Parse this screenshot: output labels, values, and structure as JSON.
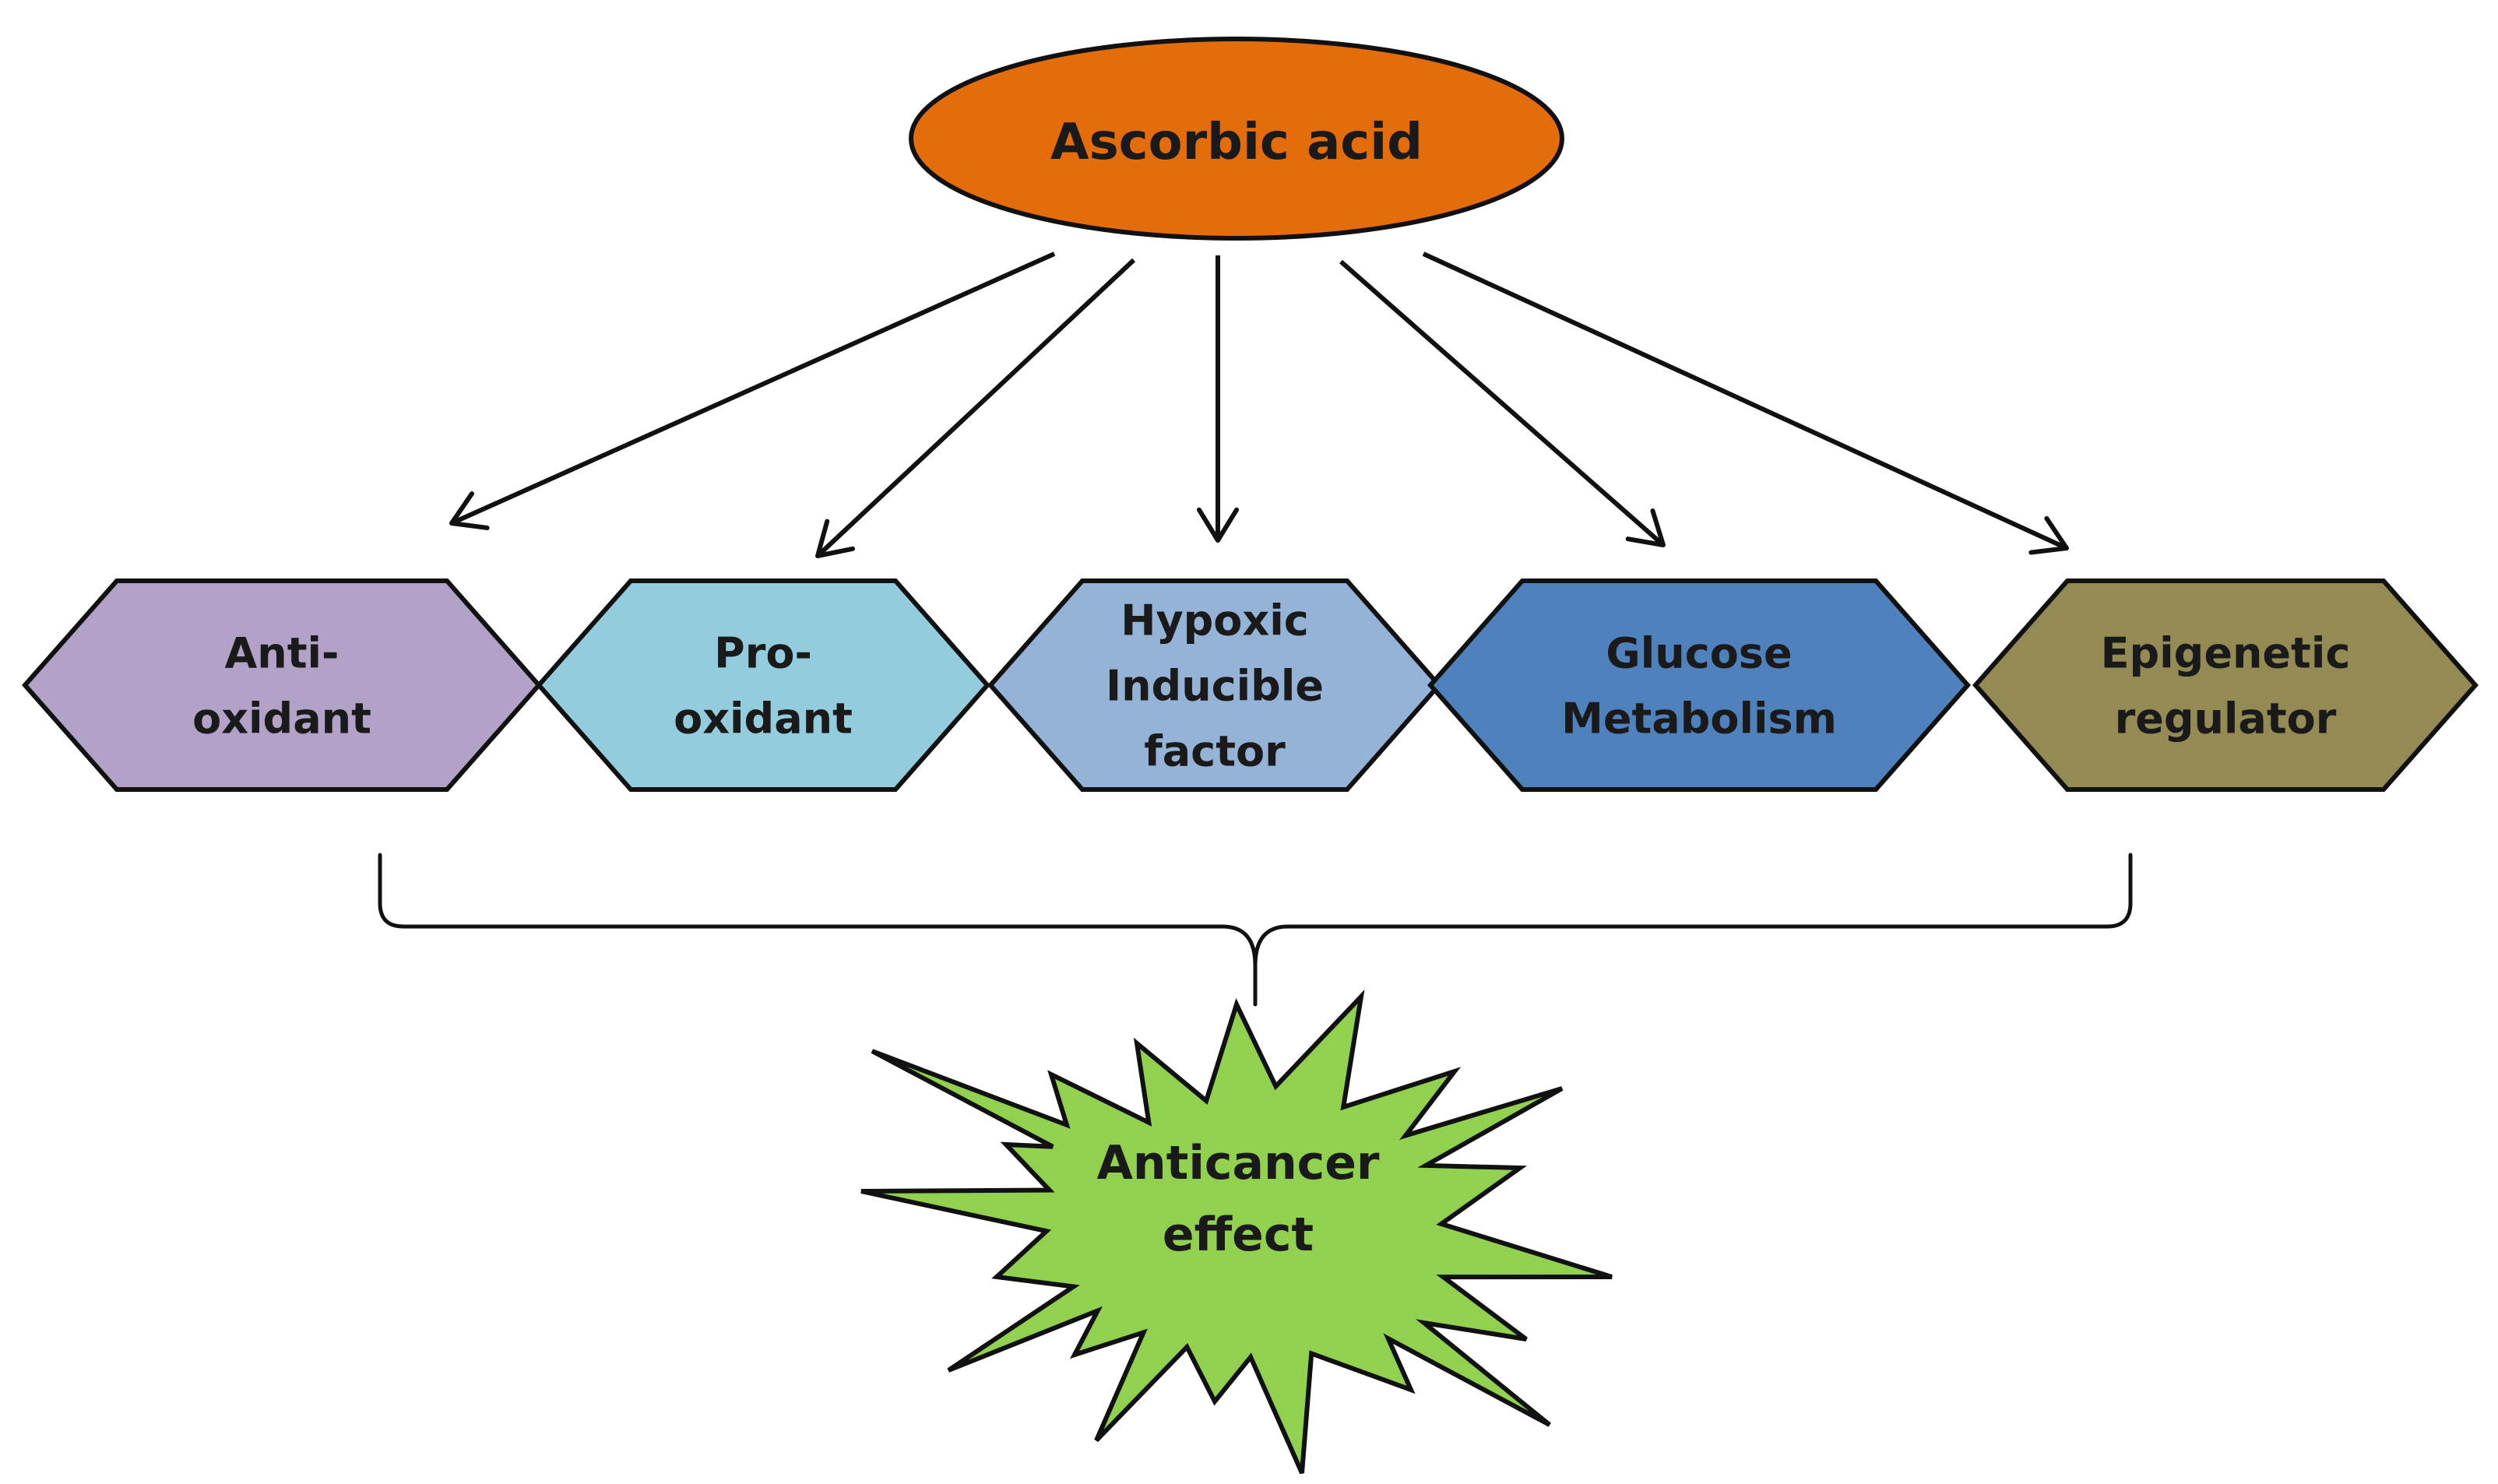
{
  "source": {
    "label": "Ascorbic acid",
    "color": "#E46C0A"
  },
  "mechanisms": [
    {
      "lines": [
        "Anti-",
        "oxidant"
      ],
      "color": "#B3A2C7"
    },
    {
      "lines": [
        "Pro-",
        "oxidant"
      ],
      "color": "#93CDDD"
    },
    {
      "lines": [
        "Hypoxic",
        "Inducible",
        "factor"
      ],
      "color": "#95B3D7"
    },
    {
      "lines": [
        "Glucose",
        "Metabolism"
      ],
      "color": "#4F81BD"
    },
    {
      "lines": [
        "Epigenetic",
        "regulator"
      ],
      "color": "#948A54"
    }
  ],
  "outcome": {
    "lines": [
      "Anticancer",
      "effect"
    ],
    "color": "#92D050"
  }
}
